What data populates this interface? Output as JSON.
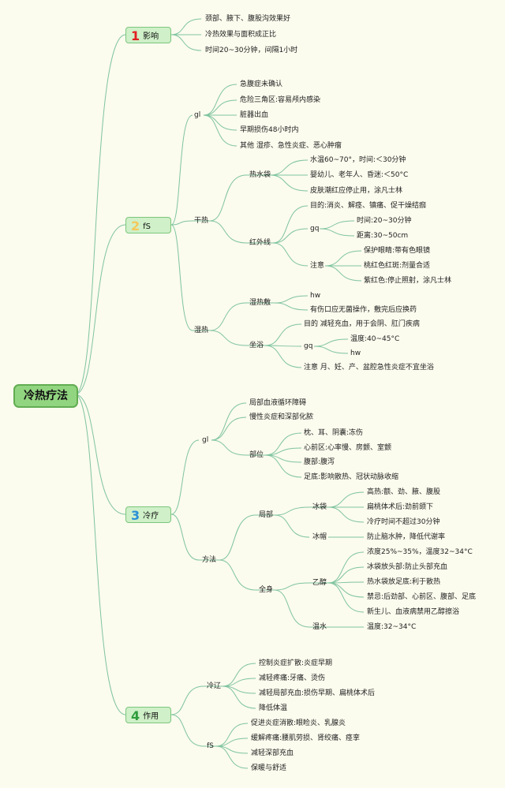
{
  "root": {
    "label": "冷热疗法"
  },
  "sections": [
    {
      "num": "1",
      "label": "影响",
      "color": "#e02020"
    },
    {
      "num": "2",
      "label": "fS",
      "color": "#f5c85a"
    },
    {
      "num": "3",
      "label": "冷疗",
      "color": "#2a8fd6"
    },
    {
      "num": "4",
      "label": "作用",
      "color": "#2e9c3c"
    }
  ],
  "s1": [
    "颈部、腋下、腹股沟效果好",
    "冷热效果与面积成正比",
    "时间20~30分钟，间隔1小时"
  ],
  "s2": {
    "gl": {
      "label": "gl",
      "items": [
        "急腹症未确认",
        "危险三角区:容易颅内感染",
        "脏器出血",
        "早期损伤48小时内",
        "其他 湿疹、急性炎症、恶心肿瘤"
      ]
    },
    "dry": {
      "label": "干热",
      "hot_bag": {
        "label": "热水袋",
        "items": [
          "水温60~70°，时间:＜30分钟",
          "婴幼儿、老年人、昏迷:＜50°C",
          "皮肤潮红应停止用，涂凡士林"
        ]
      },
      "infrared": {
        "label": "红外线",
        "purpose": "目的:消炎、解痉、镇痛、促干燥结痂",
        "gq": {
          "label": "gq",
          "items": [
            "时间:20~30分钟",
            "距离:30~50cm"
          ]
        },
        "caution": {
          "label": "注意",
          "items": [
            "保护眼睛:带有色眼镜",
            "桃红色红斑:剂量合适",
            "紫红色:停止照射，涂凡士林"
          ]
        }
      }
    },
    "wet": {
      "label": "湿热",
      "compress": {
        "label": "湿热敷",
        "items": [
          "hw",
          "有伤口应无菌操作，敷完后应换药"
        ]
      },
      "sitz": {
        "label": "坐浴",
        "purpose": "目的 减轻充血，用于会阴、肛门疾病",
        "gq": {
          "label": "gq",
          "items": [
            "温度:40~45°C",
            "hw"
          ]
        },
        "caution": "注意 月、妊、产、盆腔急性炎症不宜坐浴"
      }
    }
  },
  "s3": {
    "gl": {
      "label": "gl",
      "items": [
        "局部血液循环障碍",
        "慢性炎症和深部化脓"
      ],
      "site": {
        "label": "部位",
        "items": [
          "枕、耳、阴囊:冻伤",
          "心前区:心率慢、房颤、室颤",
          "腹部:腹泻",
          "足底:影响散热、冠状动脉收缩"
        ]
      }
    },
    "method": {
      "label": "方法",
      "local": {
        "label": "局部",
        "ice_bag": {
          "label": "冰袋",
          "items": [
            "高热:额、劲、腋、腹股",
            "扁桃体术后:劲前颌下",
            "冷疗时间不超过30分钟"
          ]
        },
        "ice_cap": {
          "label": "冰帽",
          "items": [
            "防止脑水肿，降低代谢率"
          ]
        }
      },
      "whole": {
        "label": "全身",
        "alcohol": {
          "label": "乙醇",
          "items": [
            "浓度25%~35%，温度32~34°C",
            "冰袋放头部:防止头部充血",
            "热水袋放足底:利于散热",
            "禁忌:后劲部、心前区、腹部、足底",
            "新生儿、血液病禁用乙醇擦浴"
          ]
        },
        "warm_water": {
          "label": "温水",
          "items": [
            "温度:32~34°C"
          ]
        }
      }
    }
  },
  "s4": {
    "cold": {
      "label": "冷辽",
      "items": [
        "控制炎症扩散:炎症早期",
        "减轻疼痛:牙痛、烫伤",
        "减轻局部充血:损伤早期、扁桃体术后",
        "降低体温"
      ]
    },
    "heat": {
      "label": "fS",
      "items": [
        "促进炎症消散:眼睑炎、乳腺炎",
        "缓解疼痛:腰肌劳损、肾绞痛、痉挛",
        "减轻深部充血",
        "保暖与舒适"
      ]
    }
  }
}
